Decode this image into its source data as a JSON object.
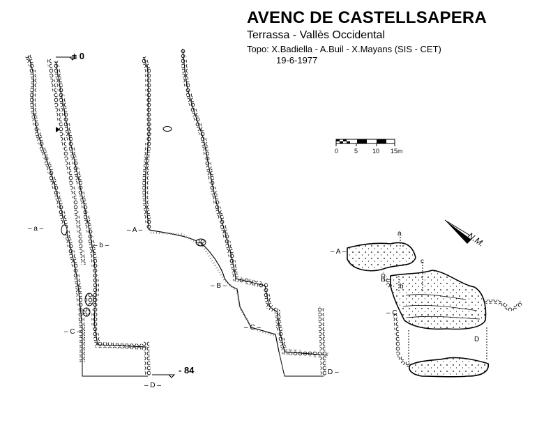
{
  "header": {
    "title": "AVENC DE CASTELLSAPERA",
    "subtitle": "Terrassa - Vallès Occidental",
    "credits": "Topo: X.Badiella - A.Buil - X.Mayans  (SIS - CET)",
    "date": "19-6-1977"
  },
  "section_labels": {
    "a": "a",
    "b": "b",
    "c": "c",
    "A": "A",
    "B": "B",
    "C": "C",
    "D": "D"
  },
  "depths": {
    "top": "± 0",
    "bottom": "- 84"
  },
  "scale_bar": {
    "ticks": [
      "0",
      "5",
      "10",
      "15m"
    ]
  },
  "north": {
    "label": "N.M."
  },
  "style": {
    "ink": "#000000",
    "rock_fill": "#ffffff",
    "floor_hatch": "#888888"
  }
}
